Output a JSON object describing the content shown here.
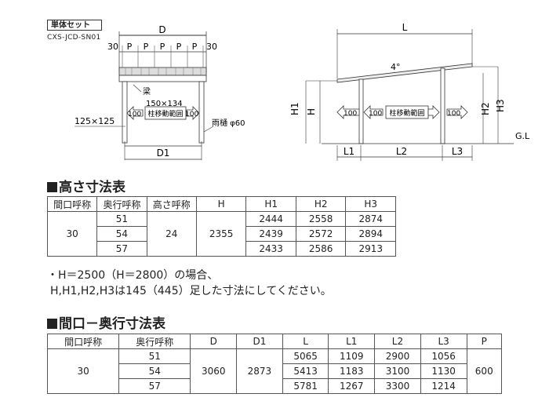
{
  "header": {
    "set_label": "単体セット",
    "model": "CXS-JCD-SN01"
  },
  "front_view": {
    "dim_top": "D",
    "dim_parts": [
      "30",
      "P",
      "P",
      "P",
      "P",
      "P",
      "30"
    ],
    "beam_label": "梁",
    "beam_size": "150×134",
    "post_range": "柱移動範囲",
    "offset": "100",
    "post_size": "125×125",
    "gutter": "雨樋 φ60",
    "dim_bottom": "D1"
  },
  "side_view": {
    "length": "L",
    "slope": "4°",
    "h1": "H1",
    "h": "H",
    "h2": "H2",
    "h3": "H3",
    "offset": "100",
    "post_range": "柱移動範囲",
    "ground": "G.L",
    "l1": "L1",
    "l2": "L2",
    "l3": "L3"
  },
  "height_table": {
    "title": "高さ寸法表",
    "headers": [
      "間口呼称",
      "奥行呼称",
      "高さ呼称",
      "H",
      "H1",
      "H2",
      "H3"
    ],
    "frontage": "30",
    "height_name": "24",
    "h": "2355",
    "rows": [
      {
        "depth": "51",
        "h1": "2444",
        "h2": "2558",
        "h3": "2874"
      },
      {
        "depth": "54",
        "h1": "2439",
        "h2": "2572",
        "h3": "2894"
      },
      {
        "depth": "57",
        "h1": "2433",
        "h2": "2586",
        "h3": "2913"
      }
    ]
  },
  "notes": [
    "・H＝2500（H＝2800）の場合、",
    "H,H1,H2,H3は145（445）足した寸法にしてください。"
  ],
  "width_table": {
    "title": "間口－奥行寸法表",
    "headers": [
      "間口呼称",
      "奥行呼称",
      "D",
      "D1",
      "L",
      "L1",
      "L2",
      "L3",
      "P"
    ],
    "frontage": "30",
    "d": "3060",
    "d1": "2873",
    "p": "600",
    "rows": [
      {
        "depth": "51",
        "l": "5065",
        "l1": "1109",
        "l2": "2900",
        "l3": "1056"
      },
      {
        "depth": "54",
        "l": "5413",
        "l1": "1183",
        "l2": "3100",
        "l3": "1130"
      },
      {
        "depth": "57",
        "l": "5781",
        "l1": "1267",
        "l2": "3300",
        "l3": "1214"
      }
    ]
  }
}
